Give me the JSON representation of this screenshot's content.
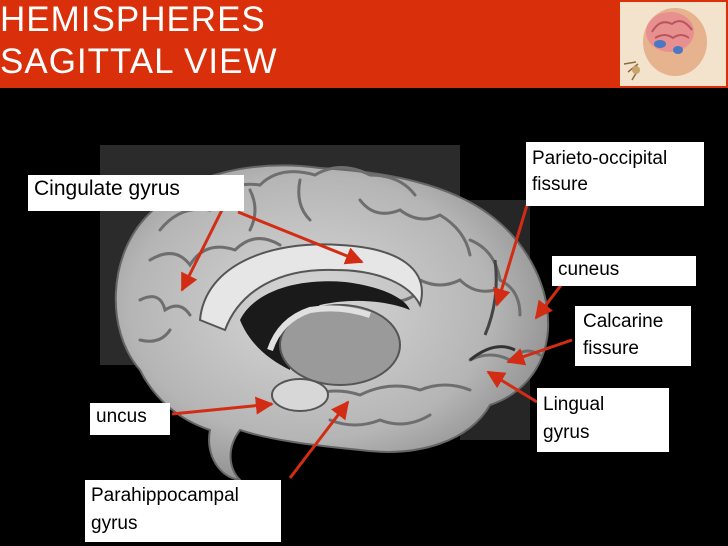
{
  "header": {
    "title_line1": "HEMISPHERES",
    "title_line2": "SAGITTAL VIEW",
    "background_color": "#d9300b"
  },
  "labels": {
    "cingulate": "Cingulate gyrus",
    "parieto_occipital": "Parieto-occipital\nfissure",
    "cuneus": "cuneus",
    "calcarine": "Calcarine\nfissure",
    "lingual": "Lingual\ngyrus",
    "uncus": "uncus",
    "parahippocampal": "Parahippocampal\ngyrus"
  },
  "arrow_color": "#d22d14"
}
